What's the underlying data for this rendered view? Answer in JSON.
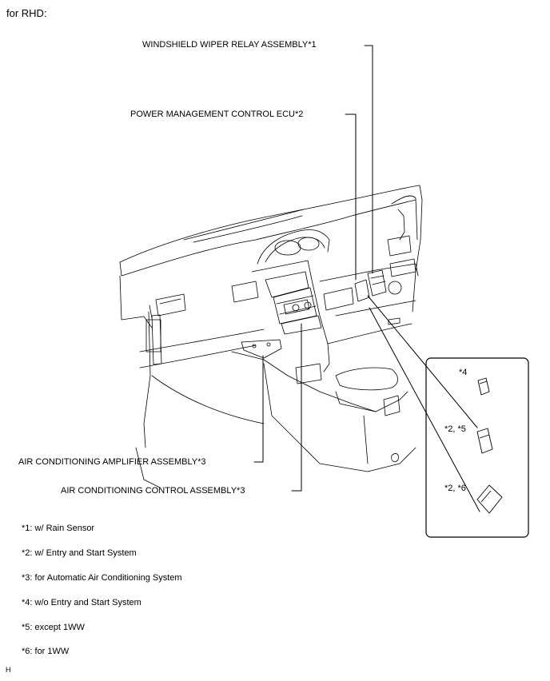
{
  "heading": "for RHD:",
  "callouts": {
    "wiper_relay": "WINDSHIELD WIPER RELAY ASSEMBLY*1",
    "power_ecu": "POWER MANAGEMENT CONTROL ECU*2",
    "ac_amplifier": "AIR CONDITIONING AMPLIFIER ASSEMBLY*3",
    "ac_control": "AIR CONDITIONING CONTROL ASSEMBLY*3"
  },
  "inset": {
    "label_1": "*4",
    "label_2": "*2, *5",
    "label_3": "*2, *6"
  },
  "notes": [
    "*1: w/ Rain Sensor",
    "*2: w/ Entry and Start System",
    "*3: for Automatic Air Conditioning System",
    "*4: w/o Entry and Start System",
    "*5: except 1WW",
    "*6: for 1WW"
  ],
  "figure_code": "H"
}
